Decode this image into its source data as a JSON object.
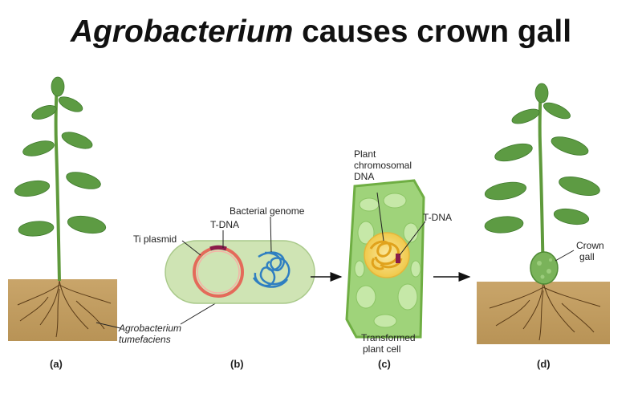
{
  "title": {
    "italic": "Agrobacterium",
    "rest": " causes crown gall"
  },
  "panels": {
    "a": "(a)",
    "b": "(b)",
    "c": "(c)",
    "d": "(d)"
  },
  "labels": {
    "agro_line1": "Agrobacterium",
    "agro_line2": "tumefaciens",
    "bacterial_genome": "Bacterial genome",
    "t_dna_b": "T-DNA",
    "ti_plasmid": "Ti plasmid",
    "plant_chrom_line1": "Plant",
    "plant_chrom_line2": "chromosomal",
    "plant_chrom_line3": "DNA",
    "t_dna_c": "T-DNA",
    "transformed_line1": "Transformed",
    "transformed_line2": "plant cell",
    "crown_line1": "Crown",
    "crown_line2": "gall"
  },
  "colors": {
    "soil": "#c8a66c",
    "soil_dark": "#9c7a42",
    "stem": "#5f9a3c",
    "leaf": "#5d9b43",
    "leaf_dark": "#3f7a2c",
    "bacterium": "#cfe4b4",
    "plasmid": "#e46a5a",
    "genome": "#2f7fc1",
    "cell_wall": "#7cbd4e",
    "cell_fill": "#9fd37a",
    "nucleus": "#f6d76a",
    "chromosome": "#e0a21c",
    "tdna_insert": "#8a1b4a"
  }
}
